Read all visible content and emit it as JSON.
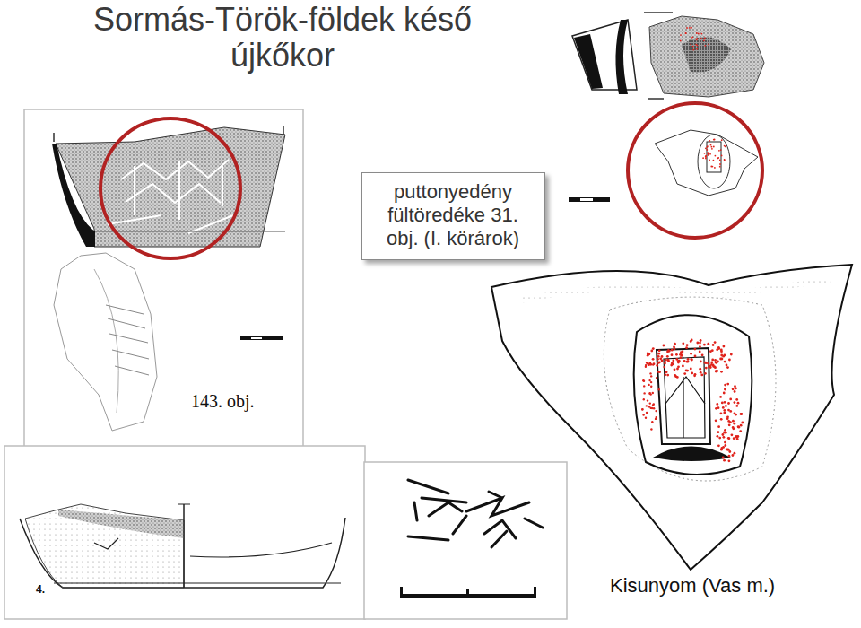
{
  "diagram": {
    "title": "Sormás-Török-földek késő újkőkor",
    "nodes": [
      {
        "text": [
          "puttonyedény fültöredéke 31. obj. (I. körárok)"
        ]
      }
    ],
    "labels": [
      "143. obj.",
      "4.",
      "Kisunyom (Vas m.)"
    ]
  }
}
